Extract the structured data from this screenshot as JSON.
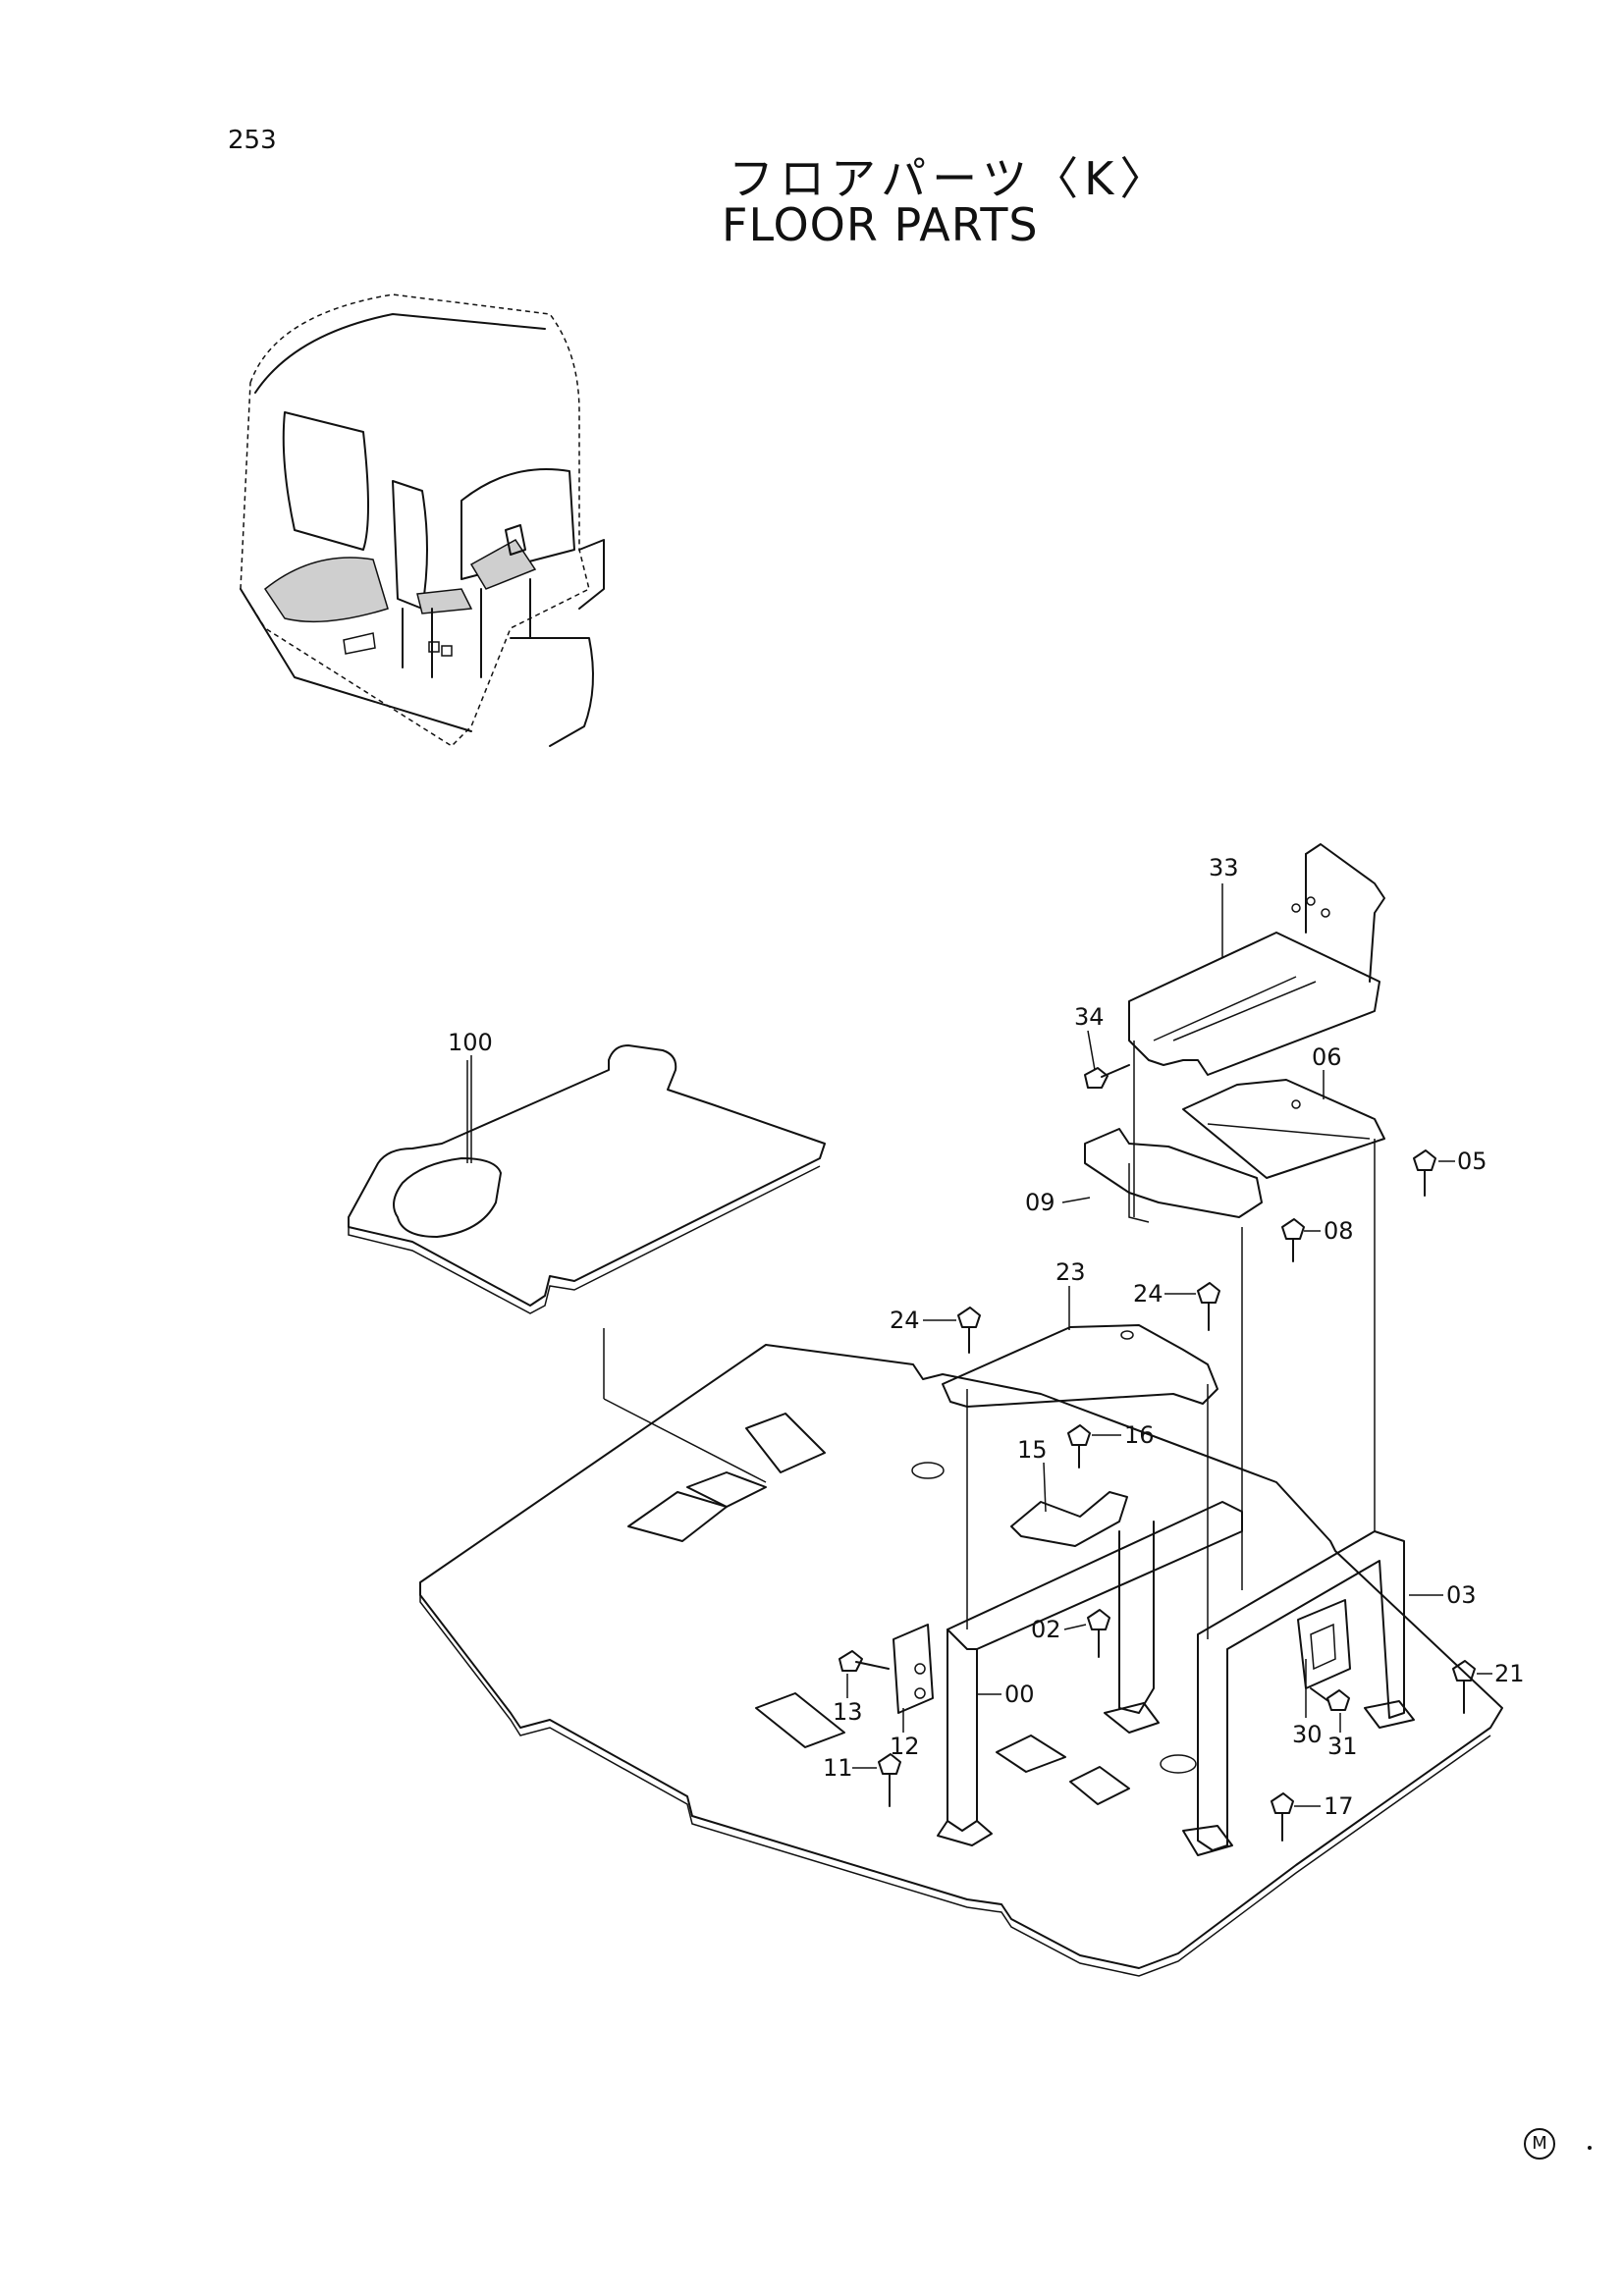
{
  "header": {
    "page_number": "253",
    "title_jp": "フロアパーツ〈K〉",
    "title_en": "FLOOR PARTS"
  },
  "diagram": {
    "callouts": [
      {
        "label": "33"
      },
      {
        "label": "34"
      },
      {
        "label": "100"
      },
      {
        "label": "06"
      },
      {
        "label": "05"
      },
      {
        "label": "09"
      },
      {
        "label": "08"
      },
      {
        "label": "23"
      },
      {
        "label": "24"
      },
      {
        "label": "24"
      },
      {
        "label": "16"
      },
      {
        "label": "15"
      },
      {
        "label": "03"
      },
      {
        "label": "02"
      },
      {
        "label": "21"
      },
      {
        "label": "13"
      },
      {
        "label": "00"
      },
      {
        "label": "12"
      },
      {
        "label": "30"
      },
      {
        "label": "31"
      },
      {
        "label": "11"
      },
      {
        "label": "17"
      }
    ]
  },
  "footer": {
    "mark": "M"
  }
}
